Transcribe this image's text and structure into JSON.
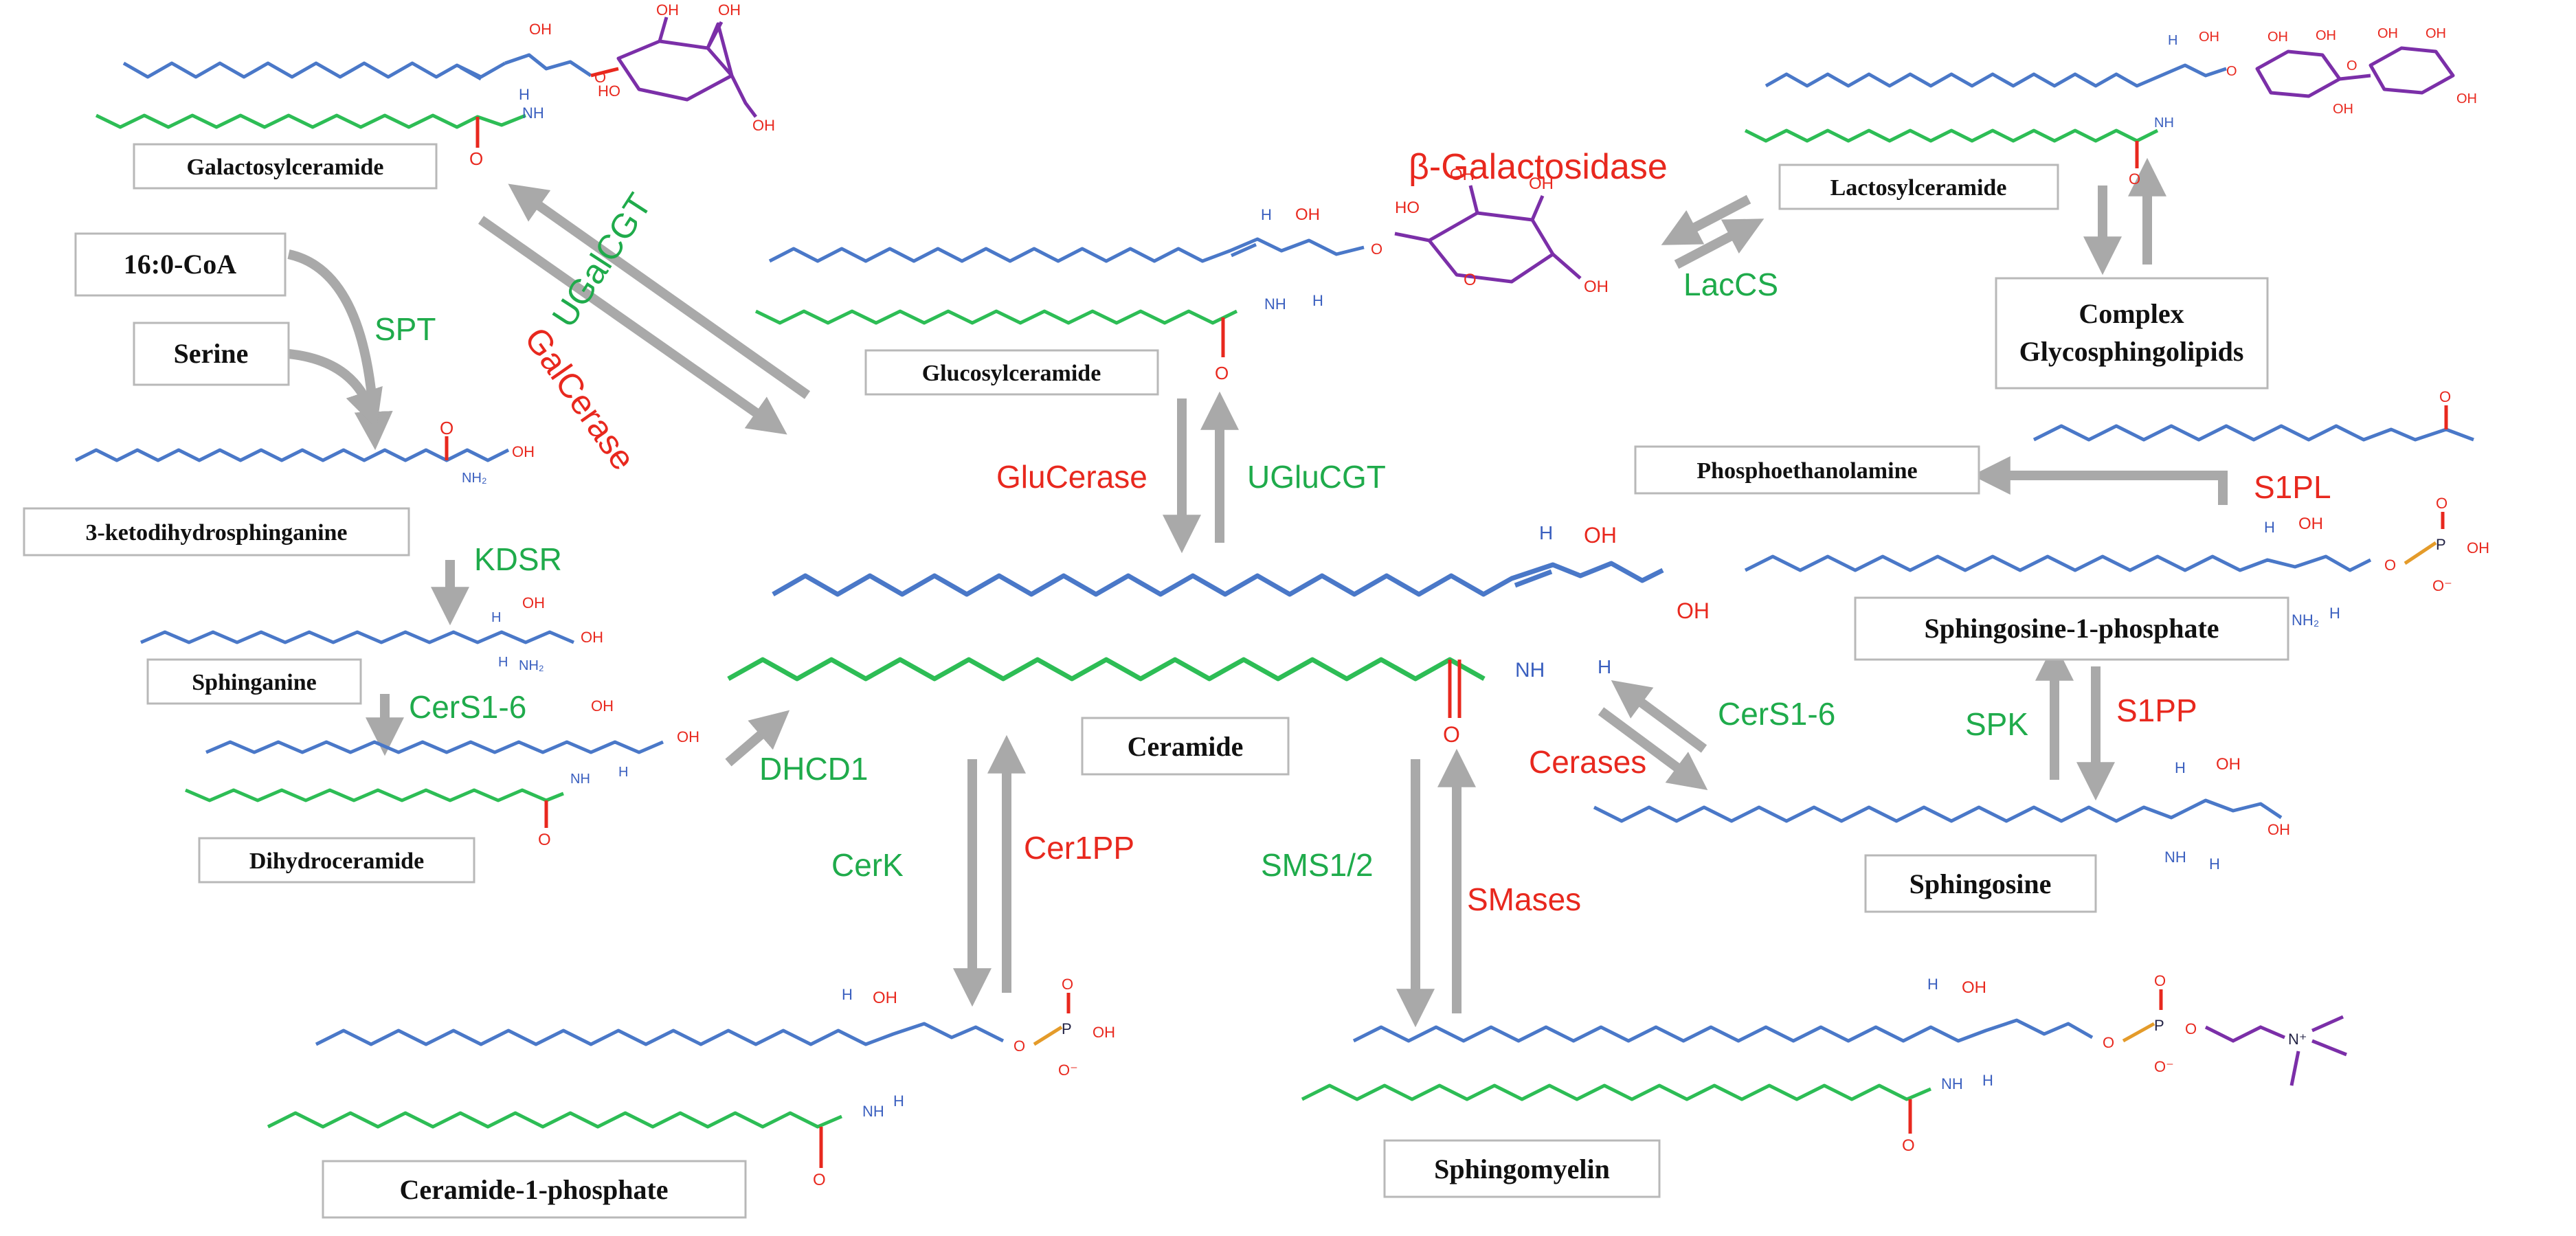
{
  "colors": {
    "synthase_green": "#1fab4b",
    "hydrolase_red": "#e8281e",
    "arrow_gray": "#a9a9a9",
    "sphingoid_chain_blue": "#4a78c8",
    "fatty_acyl_chain_green": "#2dbd55",
    "sugar_purple": "#7b2fa8",
    "phosphorus_orange": "#e49b2a"
  },
  "molecules": {
    "galactosylceramide": "Galactosylceramide",
    "palmitoyl_coa": "16:0-CoA",
    "serine": "Serine",
    "ketodihydrosphinganine": "3-ketodihydrosphinganine",
    "sphinganine": "Sphinganine",
    "dihydroceramide": "Dihydroceramide",
    "glucosylceramide": "Glucosylceramide",
    "ceramide": "Ceramide",
    "ceramide_1_phosphate": "Ceramide-1-phosphate",
    "sphingomyelin": "Sphingomyelin",
    "lactosylceramide": "Lactosylceramide",
    "complex_gsl_line1": "Complex",
    "complex_gsl_line2": "Glycosphingolipids",
    "phosphoethanolamine": "Phosphoethanolamine",
    "sphingosine_1_phosphate": "Sphingosine-1-phosphate",
    "sphingosine": "Sphingosine"
  },
  "enzymes": {
    "spt": "SPT",
    "kdsr": "KDSR",
    "cers_left": "CerS1-6",
    "dhcd1": "DHCD1",
    "ugalcgt": "UGalCGT",
    "galcerase": "GalCerase",
    "glucerase": "GluCerase",
    "uglucgt": "UGluCGT",
    "beta_galactosidase": "β-Galactosidase",
    "lacs": "LacCS",
    "s1pl": "S1PL",
    "spk": "SPK",
    "s1pp": "S1PP",
    "cers_right": "CerS1-6",
    "cerases": "Cerases",
    "cerk": "CerK",
    "cer1pp": "Cer1PP",
    "sms": "SMS1/2",
    "smases": "SMases"
  },
  "atoms": {
    "oh": "OH",
    "h": "H",
    "nh": "NH",
    "nh2": "NH₂",
    "o": "O",
    "o_minus": "O⁻",
    "p": "P",
    "n_plus": "N⁺"
  }
}
